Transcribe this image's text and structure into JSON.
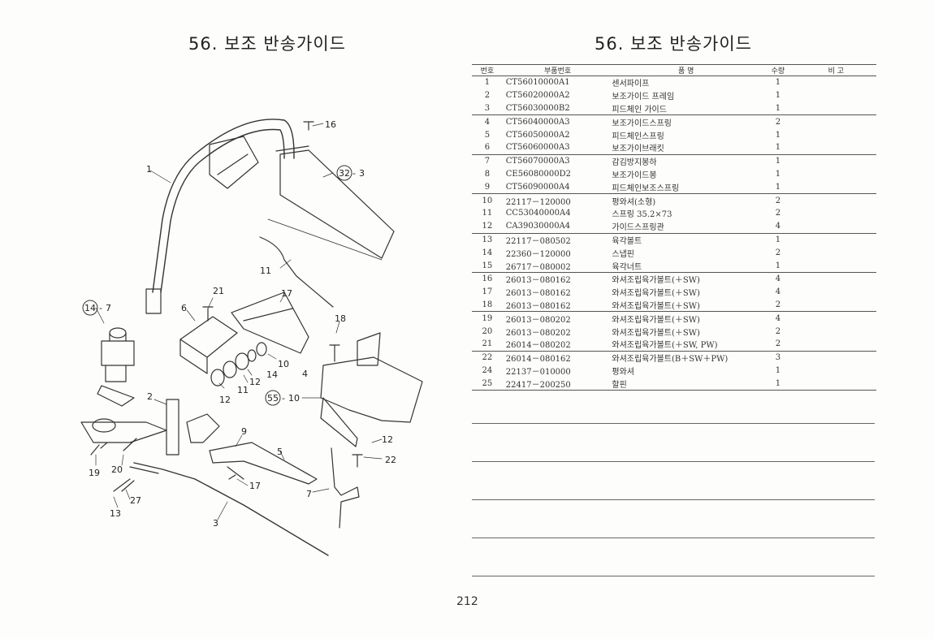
{
  "page": {
    "title_left": "56. 보조 반송가이드",
    "title_right": "56. 보조 반송가이드",
    "page_number": "212"
  },
  "table": {
    "headers": {
      "no": "번호",
      "part": "부품번호",
      "name": "품    명",
      "qty": "수량",
      "note": "비 고"
    },
    "rows": [
      {
        "no": "1",
        "part": "CT56010000A1",
        "name": "센서파이프",
        "qty": "1"
      },
      {
        "no": "2",
        "part": "CT56020000A2",
        "name": "보조가이드 프레임",
        "qty": "1"
      },
      {
        "no": "3",
        "part": "CT56030000B2",
        "name": "피드체인 가이드",
        "qty": "1"
      },
      {
        "no": "4",
        "part": "CT56040000A3",
        "name": "보조가이드스프링",
        "qty": "2"
      },
      {
        "no": "5",
        "part": "CT56050000A2",
        "name": "피드체인스프링",
        "qty": "1"
      },
      {
        "no": "6",
        "part": "CT56060000A3",
        "name": "보조가이브래킷",
        "qty": "1"
      },
      {
        "no": "7",
        "part": "CT56070000A3",
        "name": "감김방지봉하",
        "qty": "1"
      },
      {
        "no": "8",
        "part": "CE56080000D2",
        "name": "보조가이드봉",
        "qty": "1"
      },
      {
        "no": "9",
        "part": "CT56090000A4",
        "name": "피드체인보조스프링",
        "qty": "1"
      },
      {
        "no": "10",
        "part": "22117－120000",
        "name": "평와셔(소형)",
        "qty": "2"
      },
      {
        "no": "11",
        "part": "CC53040000A4",
        "name": "스프링 35.2×73",
        "qty": "2"
      },
      {
        "no": "12",
        "part": "CA39030000A4",
        "name": "가이드스프링관",
        "qty": "4"
      },
      {
        "no": "13",
        "part": "22117－080502",
        "name": "육각볼트",
        "qty": "1"
      },
      {
        "no": "14",
        "part": "22360－120000",
        "name": "스냅핀",
        "qty": "2"
      },
      {
        "no": "15",
        "part": "26717－080002",
        "name": "육각너트",
        "qty": "1"
      },
      {
        "no": "16",
        "part": "26013－080162",
        "name": "와셔조립육가볼트(＋SW)",
        "qty": "4"
      },
      {
        "no": "17",
        "part": "26013－080162",
        "name": "와셔조립육가볼트(＋SW)",
        "qty": "4"
      },
      {
        "no": "18",
        "part": "26013－080162",
        "name": "와셔조립육가볼트(＋SW)",
        "qty": "2"
      },
      {
        "no": "19",
        "part": "26013－080202",
        "name": "와셔조립육가볼트(＋SW)",
        "qty": "4"
      },
      {
        "no": "20",
        "part": "26013－080202",
        "name": "와셔조립육가볼트(＋SW)",
        "qty": "2"
      },
      {
        "no": "21",
        "part": "26014－080202",
        "name": "와셔조립육가볼트(＋SW, PW)",
        "qty": "2"
      },
      {
        "no": "22",
        "part": "26014－080162",
        "name": "와셔조립육가볼트(B＋SW＋PW)",
        "qty": "3"
      },
      {
        "no": "24",
        "part": "22137－010000",
        "name": "평와셔",
        "qty": "1"
      },
      {
        "no": "25",
        "part": "22417－200250",
        "name": "할핀",
        "qty": "1"
      }
    ]
  },
  "diagram": {
    "callouts": {
      "c16": "16",
      "c1": "1",
      "c32": "32",
      "c3a": "3",
      "c11a": "11",
      "c21": "21",
      "c17a": "17",
      "c14": "14",
      "c7a": "7",
      "c6": "6",
      "c18": "18",
      "c10a": "10",
      "c14b": "14",
      "c4": "4",
      "c12a": "12",
      "c11b": "11",
      "c12b": "12",
      "c55": "55",
      "c10b": "10",
      "c2": "2",
      "c9": "9",
      "c12c": "12",
      "c5": "5",
      "c22": "22",
      "c19": "19",
      "c20": "20",
      "c17b": "17",
      "c27": "27",
      "c7b": "7",
      "c13": "13",
      "c3b": "3"
    }
  }
}
